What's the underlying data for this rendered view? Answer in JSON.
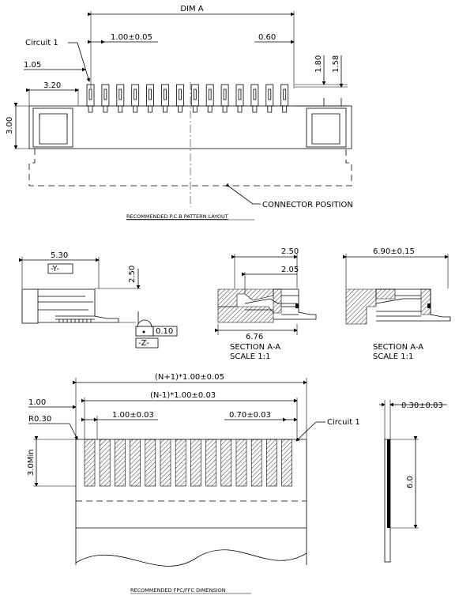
{
  "pcb_layout": {
    "dim_a": "DIM A",
    "circuit_label": "Circuit 1",
    "pitch": "1.00±0.05",
    "pad_width": "0.60",
    "edge_offset": "1.05",
    "pad_len": "1.80",
    "pad_len2": "1.58",
    "tab_width": "3.20",
    "tab_height": "3.00",
    "connector_position": "CONNECTOR POSITION",
    "caption": "RECOMMENDED P.C.B PATTERN LAYOUT",
    "pin_count": 14
  },
  "side_views": {
    "width": "5.30",
    "datum_y": "-Y-",
    "height": "2.50",
    "tolerance": "0.10",
    "datum_z": "-Z-",
    "section1_top": "2.50",
    "section1_mid": "2.05",
    "section1_bottom": "6.76",
    "section_title": "SECTION A-A",
    "scale": "SCALE    1:1",
    "section2_top": "6.90±0.15"
  },
  "fpc": {
    "total": "(N+1)*1.00±0.05",
    "span": "(N-1)*1.00±0.03",
    "edge": "1.00",
    "radius": "R0.30",
    "pitch": "1.00±0.03",
    "contact_w": "0.70±0.03",
    "circuit_label": "Circuit 1",
    "min_len": "3.0Min",
    "thickness": "0.30±0.03",
    "length": "6.0",
    "caption": "RECOMMENDED FPC/FFC DIMENSION",
    "contact_count": 14
  }
}
